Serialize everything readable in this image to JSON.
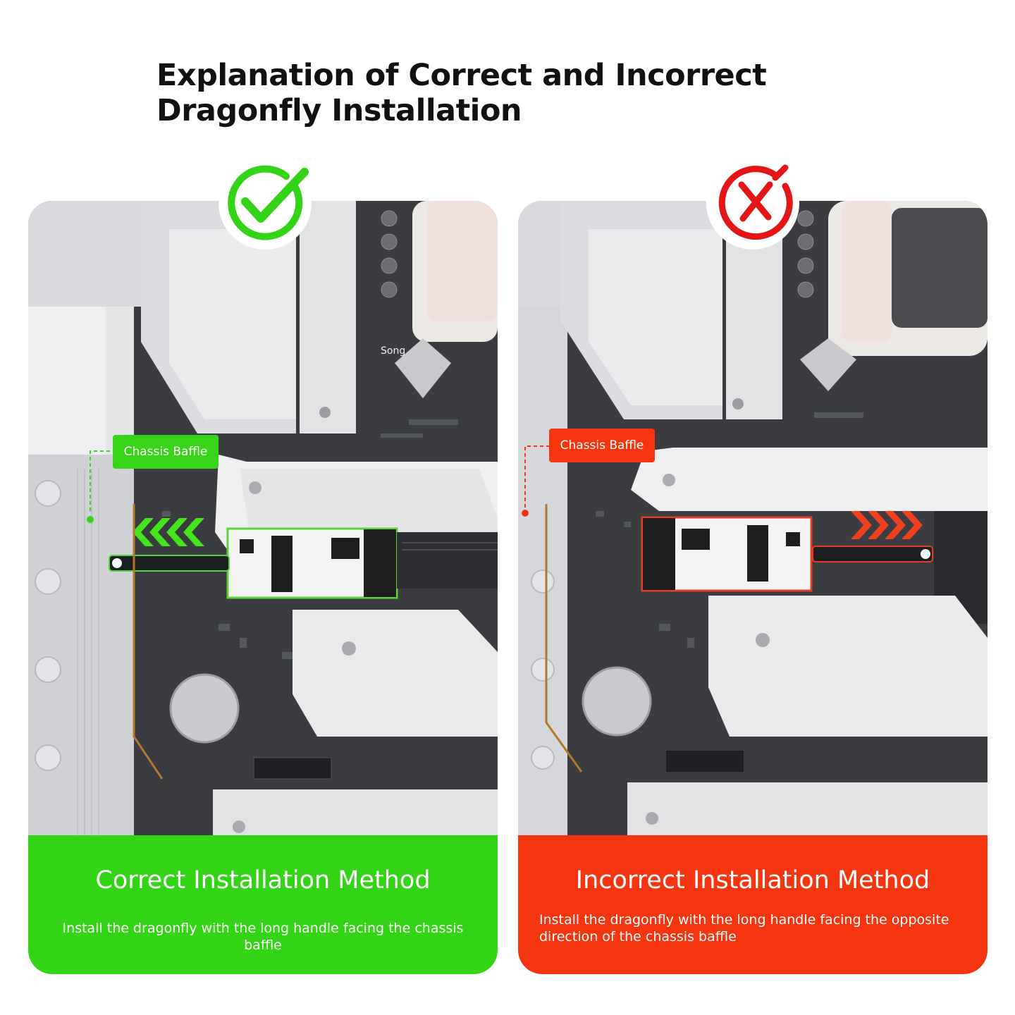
{
  "page": {
    "title": "Explanation of Correct and Incorrect Dragonfly Installation"
  },
  "colors": {
    "correct": "#33d416",
    "incorrect": "#f53510"
  },
  "correct": {
    "icon": "check-circle-icon",
    "heading": "Correct Installation Method",
    "description": "Install the dragonfly with the long handle facing the chassis baffle",
    "tag_label": "Chassis Baffle",
    "board_label": "Song"
  },
  "incorrect": {
    "icon": "cross-circle-icon",
    "heading": "Incorrect Installation Method",
    "description": "Install the dragonfly with the long handle facing the opposite direction of the chassis baffle",
    "tag_label": "Chassis Baffle"
  }
}
